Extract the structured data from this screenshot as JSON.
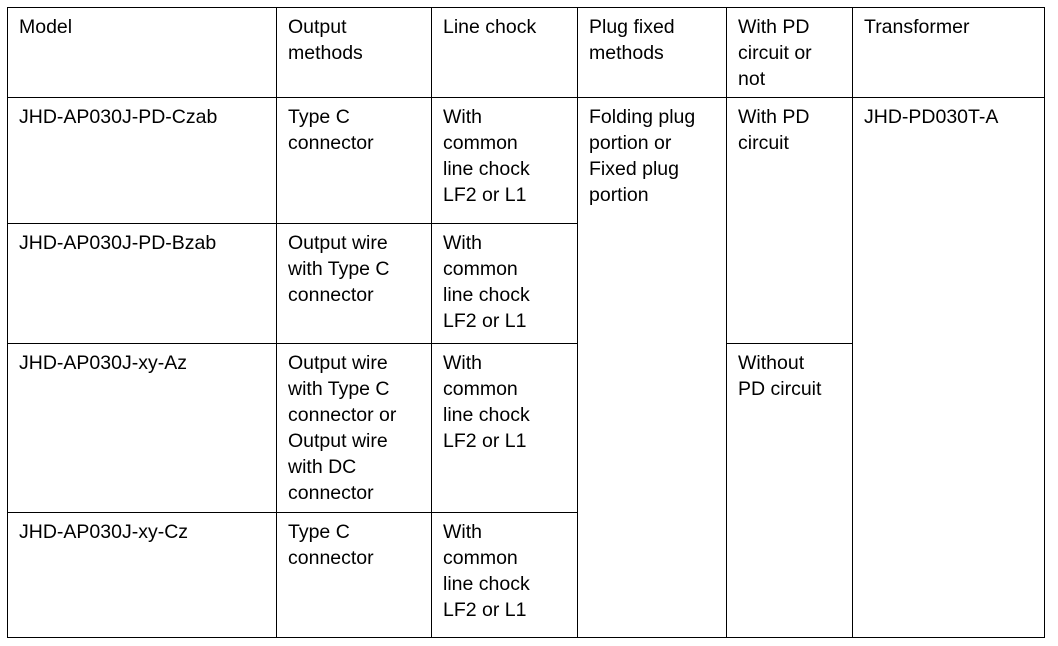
{
  "table": {
    "columns": [
      {
        "key": "model",
        "header": "Model"
      },
      {
        "key": "output",
        "header": "Output\nmethods"
      },
      {
        "key": "chock",
        "header": "Line chock"
      },
      {
        "key": "plug",
        "header": "Plug fixed\nmethods"
      },
      {
        "key": "pd",
        "header": "With PD\ncircuit or\nnot"
      },
      {
        "key": "transformer",
        "header": "Transformer"
      }
    ],
    "rows": [
      {
        "model": "JHD-AP030J-PD-Czab",
        "output": "Type C\nconnector",
        "chock": "With\ncommon\nline chock\nLF2 or L1",
        "plug": "Folding plug\nportion or\nFixed plug\nportion",
        "pd": "With PD\ncircuit",
        "transformer": "JHD-PD030T-A"
      },
      {
        "model": "JHD-AP030J-PD-Bzab",
        "output": "Output wire\nwith Type C\nconnector",
        "chock": "With\ncommon\nline chock\nLF2 or L1"
      },
      {
        "model": "JHD-AP030J-xy-Az",
        "output": "Output wire\nwith Type C\nconnector or\nOutput wire\nwith DC\nconnector",
        "chock": "With\ncommon\nline chock\nLF2 or L1",
        "pd": "Without\nPD circuit"
      },
      {
        "model": "JHD-AP030J-xy-Cz",
        "output": "Type C\nconnector",
        "chock": "With\ncommon\nline chock\nLF2 or L1"
      }
    ]
  },
  "style": {
    "border_color": "#000000",
    "text_color": "#000000",
    "background_color": "#ffffff"
  }
}
